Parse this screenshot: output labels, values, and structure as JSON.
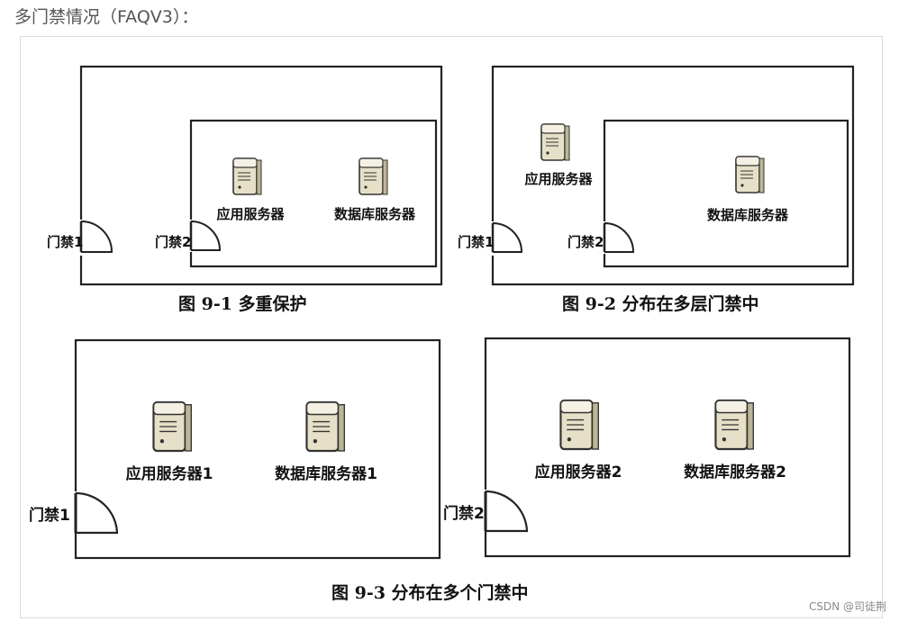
{
  "header": {
    "title": "多门禁情况（FAQV3）："
  },
  "figures": {
    "fig1": {
      "caption": "图 9-1  多重保护",
      "door_outer": "门禁1",
      "door_inner": "门禁2",
      "server_app": "应用服务器",
      "server_db": "数据库服务器"
    },
    "fig2": {
      "caption": "图 9-2  分布在多层门禁中",
      "door_outer": "门禁1",
      "door_inner": "门禁2",
      "server_app": "应用服务器",
      "server_db": "数据库服务器"
    },
    "fig3": {
      "caption": "图 9-3  分布在多个门禁中",
      "door_left": "门禁1",
      "door_right": "门禁2",
      "server_app": "应用服务器1",
      "server_db": "数据库服务器1",
      "server_app2": "应用服务器2",
      "server_db2": "数据库服务器2"
    }
  },
  "footer": {
    "watermark": "CSDN @司徒荆"
  }
}
